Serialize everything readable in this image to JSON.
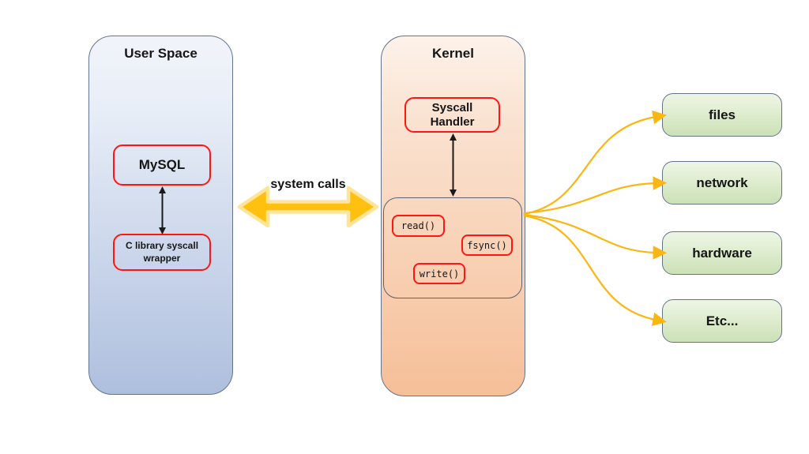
{
  "user_space": {
    "title": "User Space",
    "mysql_label": "MySQL",
    "wrapper_label": "C library syscall wrapper"
  },
  "kernel": {
    "title": "Kernel",
    "handler_label": "Syscall Handler",
    "syscalls": [
      "read()",
      "fsync()",
      "write()"
    ]
  },
  "system_calls_label": "system calls",
  "targets": [
    "files",
    "network",
    "hardware",
    "Etc..."
  ],
  "colors": {
    "red_node_border": "#ff1612",
    "big_arrow_fill": "#ffc010",
    "big_arrow_casing": "#ffe59a",
    "fan_arrow": "#fbb612",
    "box_border": "#64748f",
    "user_space_gradient_top": "#f1f4fa",
    "user_space_gradient_bottom": "#aebfde",
    "kernel_gradient_top": "#fdf2ea",
    "kernel_gradient_bottom": "#f6bf98",
    "target_gradient_top": "#eef5e5",
    "target_gradient_bottom": "#cbe1b6",
    "connector_black": "#1a1a1a"
  }
}
